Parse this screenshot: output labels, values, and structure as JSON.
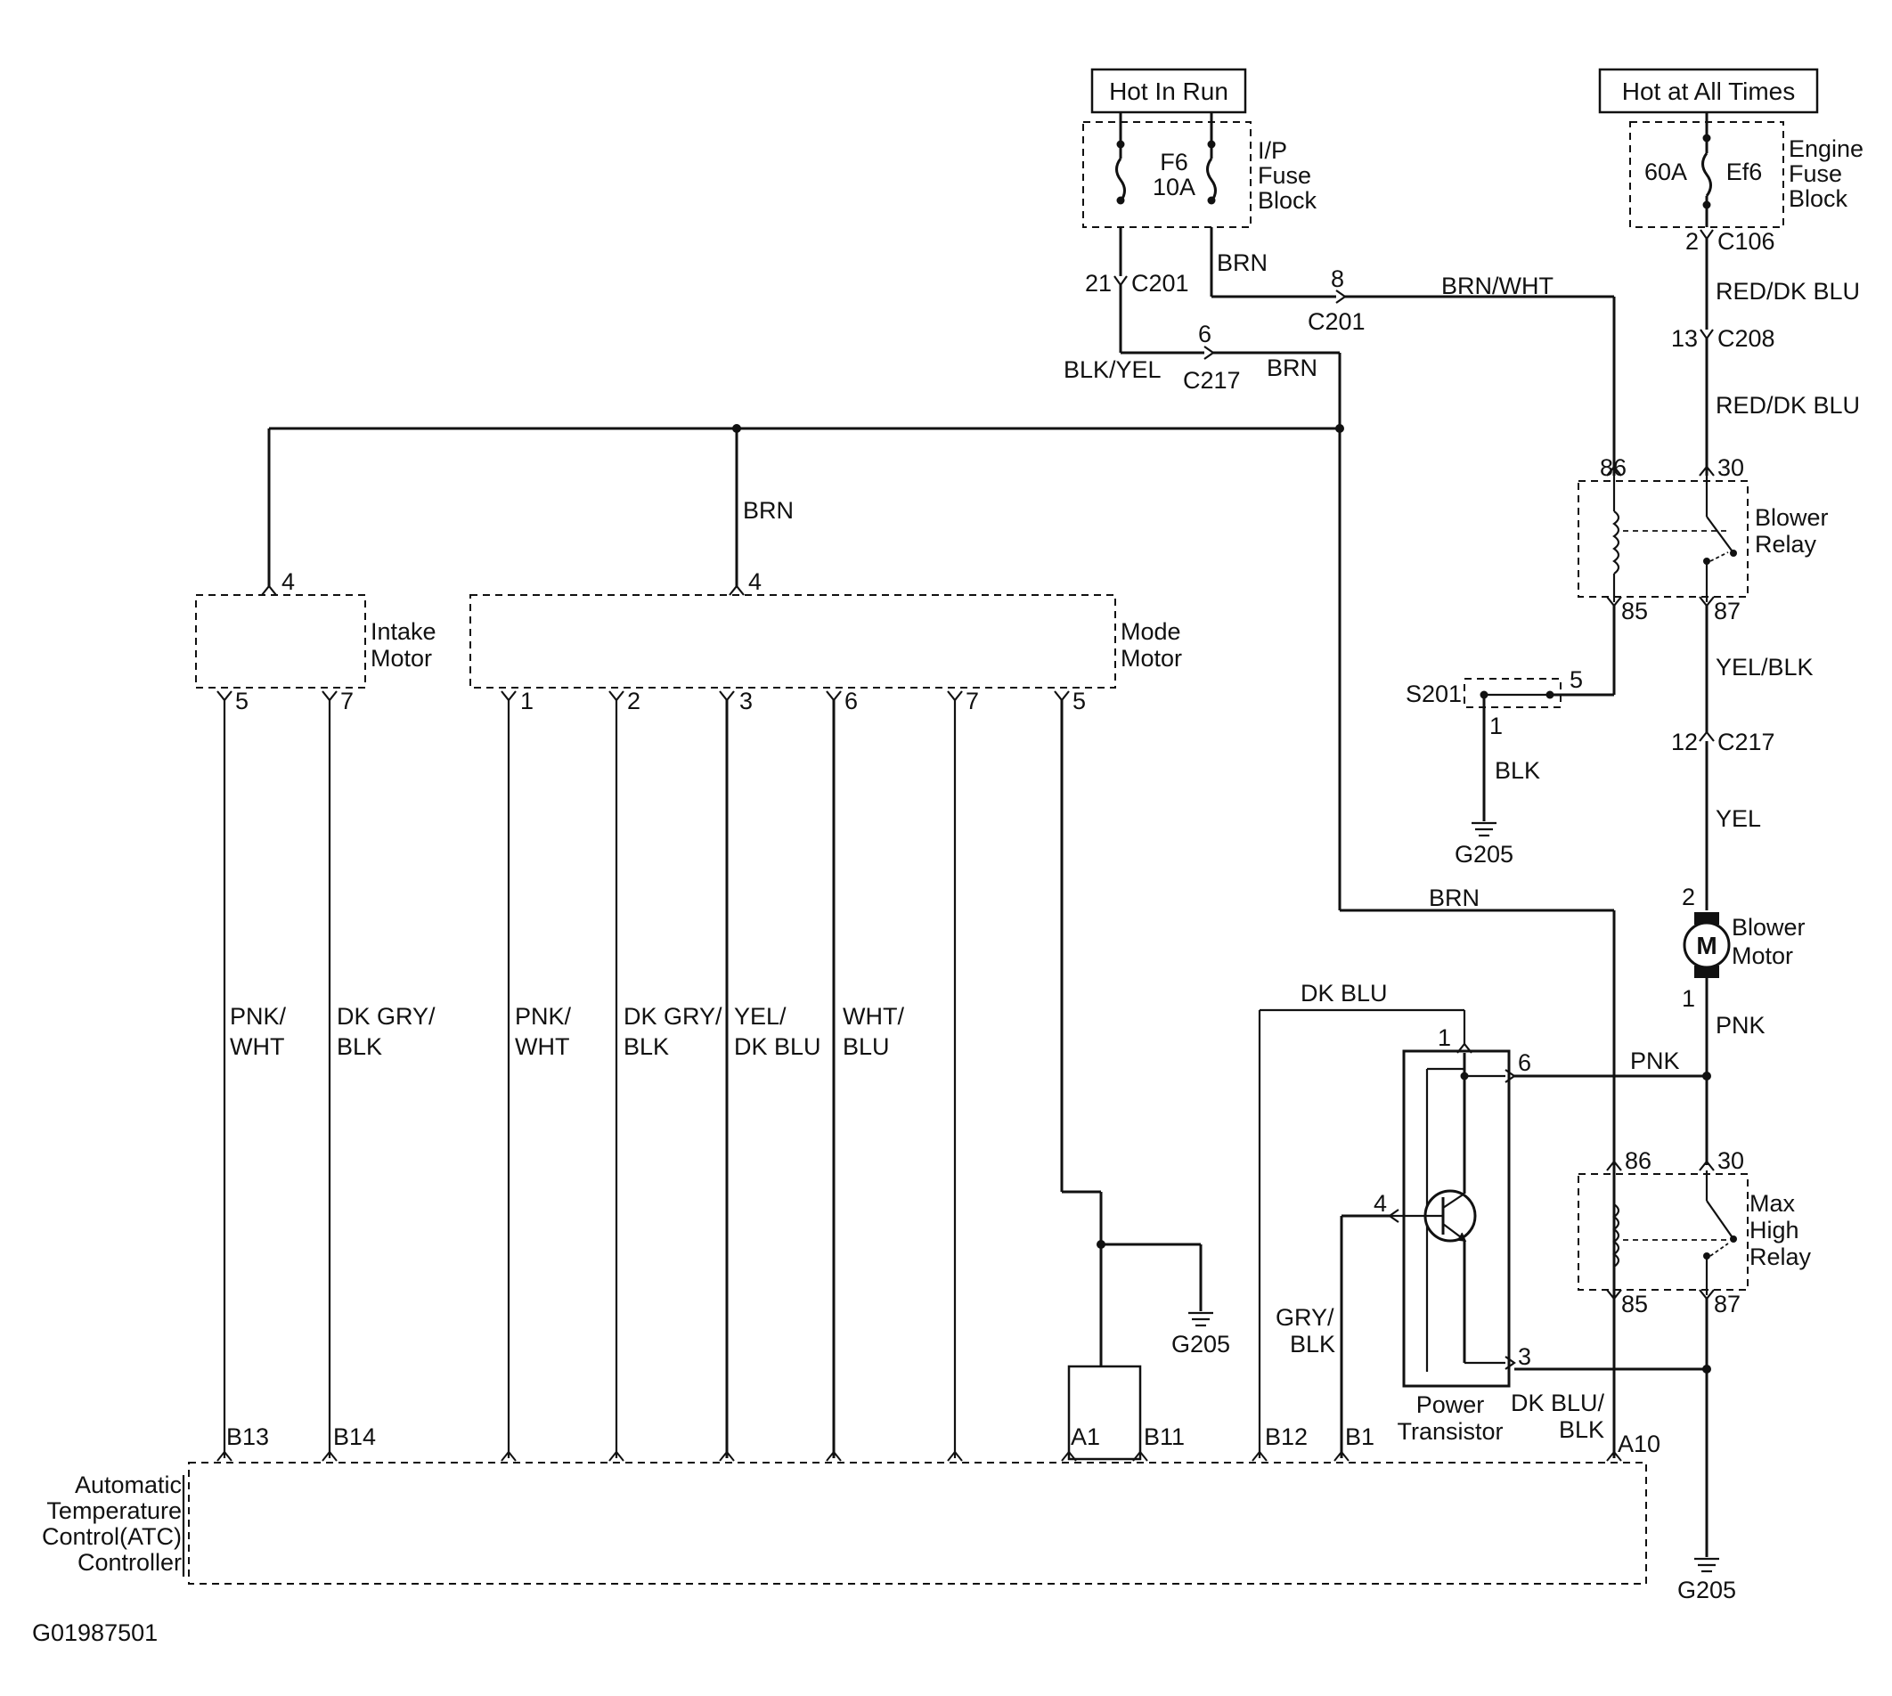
{
  "power_sources": {
    "hot_in_run": "Hot In Run",
    "hot_at_all_times": "Hot at All Times"
  },
  "fuse_blocks": {
    "ip": {
      "fuse_name": "F6",
      "fuse_rating": "10A",
      "label": [
        "I/P",
        "Fuse",
        "Block"
      ]
    },
    "engine": {
      "fuse_name": "Ef6",
      "fuse_rating": "60A",
      "label": [
        "Engine",
        "Fuse",
        "Block"
      ]
    }
  },
  "connectors": {
    "c201_left": {
      "name": "C201",
      "pin": "21"
    },
    "c201_right": {
      "name": "C201",
      "pin": "8"
    },
    "c217_top": {
      "name": "C217",
      "pin": "6"
    },
    "c106": {
      "name": "C106",
      "pin": "2"
    },
    "c208": {
      "name": "C208",
      "pin": "13"
    },
    "c217_right": {
      "name": "C217",
      "pin": "12"
    }
  },
  "wire_colors": {
    "brn": "BRN",
    "brn_wht": "BRN/WHT",
    "blk_yel": "BLK/YEL",
    "red_dk_blu": "RED/DK BLU",
    "yel_blk": "YEL/BLK",
    "yel": "YEL",
    "blk": "BLK",
    "pnk": "PNK",
    "dk_blu": "DK BLU",
    "gry_blk": [
      "GRY/",
      "BLK"
    ],
    "dk_blu_blk": [
      "DK BLU/",
      "BLK"
    ],
    "pnk_wht": [
      "PNK/",
      "WHT"
    ],
    "dk_gry_blk": [
      "DK GRY/",
      "BLK"
    ],
    "yel_dk_blu": [
      "YEL/",
      "DK BLU"
    ],
    "wht_blu": [
      "WHT/",
      "BLU"
    ]
  },
  "components": {
    "intake_motor": {
      "label": [
        "Intake",
        "Motor"
      ],
      "pins": [
        "4",
        "5",
        "7"
      ]
    },
    "mode_motor": {
      "label": [
        "Mode",
        "Motor"
      ],
      "pins": [
        "4",
        "1",
        "2",
        "3",
        "6",
        "7",
        "5"
      ]
    },
    "blower_relay": {
      "label": [
        "Blower",
        "Relay"
      ],
      "pins": [
        "86",
        "30",
        "85",
        "87"
      ]
    },
    "max_high_relay": {
      "label": [
        "Max",
        "High",
        "Relay"
      ],
      "pins": [
        "86",
        "30",
        "85",
        "87"
      ]
    },
    "blower_motor": {
      "label": [
        "Blower",
        "Motor"
      ],
      "symbol": "M",
      "pins": [
        "2",
        "1"
      ]
    },
    "power_transistor": {
      "label": [
        "Power",
        "Transistor"
      ],
      "pins": [
        "1",
        "6",
        "4",
        "3"
      ]
    },
    "splice": {
      "name": "S201",
      "pins": [
        "5",
        "1"
      ]
    },
    "atc": {
      "label": [
        "Automatic",
        "Temperature",
        "Control(ATC)",
        "Controller"
      ],
      "pins": [
        "B13",
        "B14",
        "A1",
        "B11",
        "B12",
        "B1",
        "A10"
      ]
    }
  },
  "grounds": {
    "g205": "G205"
  },
  "figure_id": "G01987501"
}
